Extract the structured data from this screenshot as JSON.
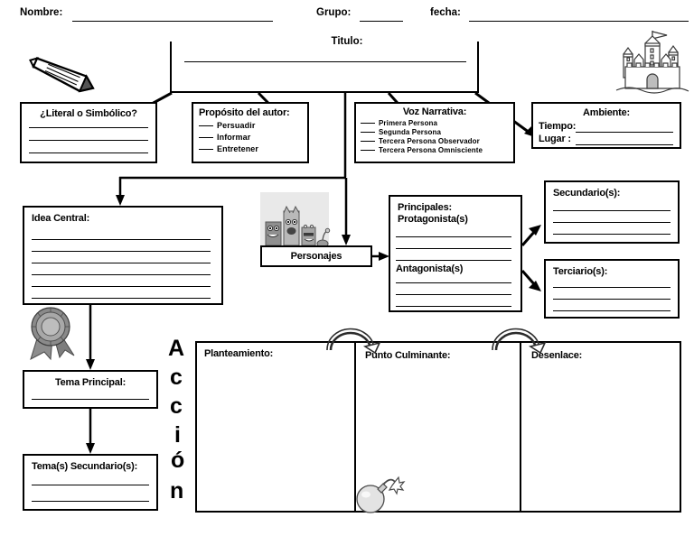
{
  "page": {
    "title": "Organizador grafico de elementos narrativos",
    "language": "es"
  },
  "header": {
    "nombre_label": "Nombre:",
    "grupo_label": "Grupo:",
    "fecha_label": "fecha:",
    "nombre_value": "",
    "grupo_value": "",
    "fecha_value": ""
  },
  "titulo": {
    "label": "Titulo:",
    "value": ""
  },
  "literal": {
    "label": "¿Literal o Simbólico?",
    "lines": 3
  },
  "proposito": {
    "label": "Propósito del autor:",
    "options": [
      "Persuadir",
      "Informar",
      "Entretener"
    ]
  },
  "voz": {
    "label": "Voz Narrativa:",
    "options": [
      "Primera Persona",
      "Segunda Persona",
      "Tercera Persona Observador",
      "Tercera Persona Omnisciente"
    ]
  },
  "ambiente": {
    "label": "Ambiente:",
    "tiempo_label": "Tiempo:",
    "lugar_label": "Lugar   :",
    "tiempo_value": "",
    "lugar_value": ""
  },
  "idea_central": {
    "label": "Idea Central:",
    "lines": 6
  },
  "personajes": {
    "label": "Personajes"
  },
  "principales": {
    "label": "Principales:",
    "protagonista_label": "Protagonista(s)",
    "protagonista_lines": 3,
    "antagonista_label": "Antagonista(s)",
    "antagonista_lines": 3
  },
  "secundario": {
    "label": "Secundario(s):",
    "lines": 3
  },
  "terciario": {
    "label": "Terciario(s):",
    "lines": 3
  },
  "tema_principal": {
    "label": "Tema Principal:",
    "lines": 1
  },
  "tema_secundario": {
    "label": "Tema(s) Secundario(s):",
    "lines": 2
  },
  "accion": {
    "label": "Acción",
    "letters": [
      "A",
      "c",
      "c",
      "i",
      "ó",
      "n"
    ],
    "columns": [
      {
        "label": "Planteamiento:"
      },
      {
        "label": "Punto Culminante:"
      },
      {
        "label": "Desenlace:"
      }
    ]
  },
  "clipart": {
    "pencil": "pencil-icon",
    "castle": "castle-icon",
    "characters": "characters-icon",
    "ribbon": "award-ribbon-icon",
    "bomb": "bomb-icon"
  },
  "colors": {
    "ink": "#000000",
    "paper": "#ffffff",
    "clipart_grey": "#9a9a9a",
    "clipart_light": "#e6e6e6"
  }
}
